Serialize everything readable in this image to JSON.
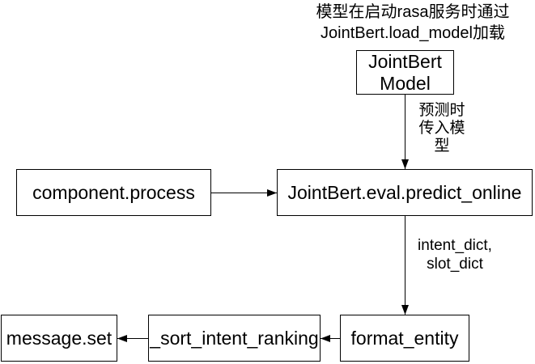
{
  "diagram": {
    "annotation": "模型在启动rasa服务时通过\nJointBert.load_model加载",
    "nodes": {
      "jointbert_model": {
        "label": "JointBert\nModel"
      },
      "component_process": {
        "label": "component.process"
      },
      "predict_online": {
        "label": "JointBert.eval.predict_online"
      },
      "format_entity": {
        "label": "format_entity"
      },
      "sort_intent_ranking": {
        "label": "_sort_intent_ranking"
      },
      "message_set": {
        "label": "message.set"
      }
    },
    "edge_labels": {
      "predict_input": "预测时\n传入模\n型",
      "intent_slot": "intent_dict,\nslot_dict"
    },
    "colors": {
      "border": "#000000",
      "text": "#000000",
      "background": "#ffffff"
    }
  }
}
